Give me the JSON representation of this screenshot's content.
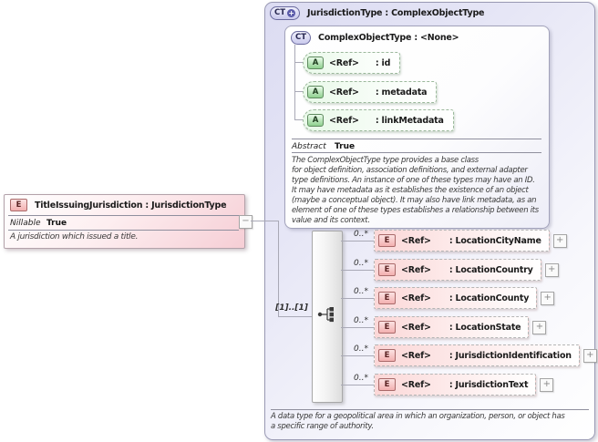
{
  "diagram": {
    "element_box": {
      "badge": "E",
      "title": "TitleIssuingJurisdiction : JurisdictionType",
      "property_label": "Nillable",
      "property_value": "True",
      "description": "A jurisdiction which issued a title."
    },
    "connector": {
      "collapse_glyph": "−",
      "cardinality": "[1]..[1]"
    },
    "expand_glyph": "+",
    "type_box": {
      "badge": "CT",
      "badge_modifier": "+",
      "title": "JurisdictionType : ComplexObjectType",
      "description": "A data type for a geopolitical area in which an organization, person, or object has\na specific range of authority."
    },
    "base_type_box": {
      "badge": "CT",
      "title": "ComplexObjectType : <None>",
      "attributes": [
        {
          "badge": "A",
          "ref": "<Ref>",
          "name": ": id"
        },
        {
          "badge": "A",
          "ref": "<Ref>",
          "name": ": metadata"
        },
        {
          "badge": "A",
          "ref": "<Ref>",
          "name": ": linkMetadata"
        }
      ],
      "property_label": "Abstract",
      "property_value": "True",
      "description": "The ComplexObjectType type provides a base class\nfor object definition, association definitions, and external adapter\ntype definitions. An instance of one of these types may have an ID.\nIt may have metadata as it establishes the existence of an object\n(maybe a conceptual object). It may also have link metadata, as an\nelement of one of these types establishes a relationship between its\nvalue and its context."
    },
    "elements": [
      {
        "badge": "E",
        "ref": "<Ref>",
        "name": ": LocationCityName",
        "multiplicity": "0..*"
      },
      {
        "badge": "E",
        "ref": "<Ref>",
        "name": ": LocationCountry",
        "multiplicity": "0..*"
      },
      {
        "badge": "E",
        "ref": "<Ref>",
        "name": ": LocationCounty",
        "multiplicity": "0..*"
      },
      {
        "badge": "E",
        "ref": "<Ref>",
        "name": ": LocationState",
        "multiplicity": "0..*"
      },
      {
        "badge": "E",
        "ref": "<Ref>",
        "name": ": JurisdictionIdentification",
        "multiplicity": "0..*"
      },
      {
        "badge": "E",
        "ref": "<Ref>",
        "name": ": JurisdictionText",
        "multiplicity": "0..*"
      }
    ]
  },
  "colors": {
    "element_pink": "#f6ced5",
    "attribute_green": "#8fd08f",
    "type_lavender": "#dcdcf2",
    "line_gray": "#a9a9b6"
  }
}
